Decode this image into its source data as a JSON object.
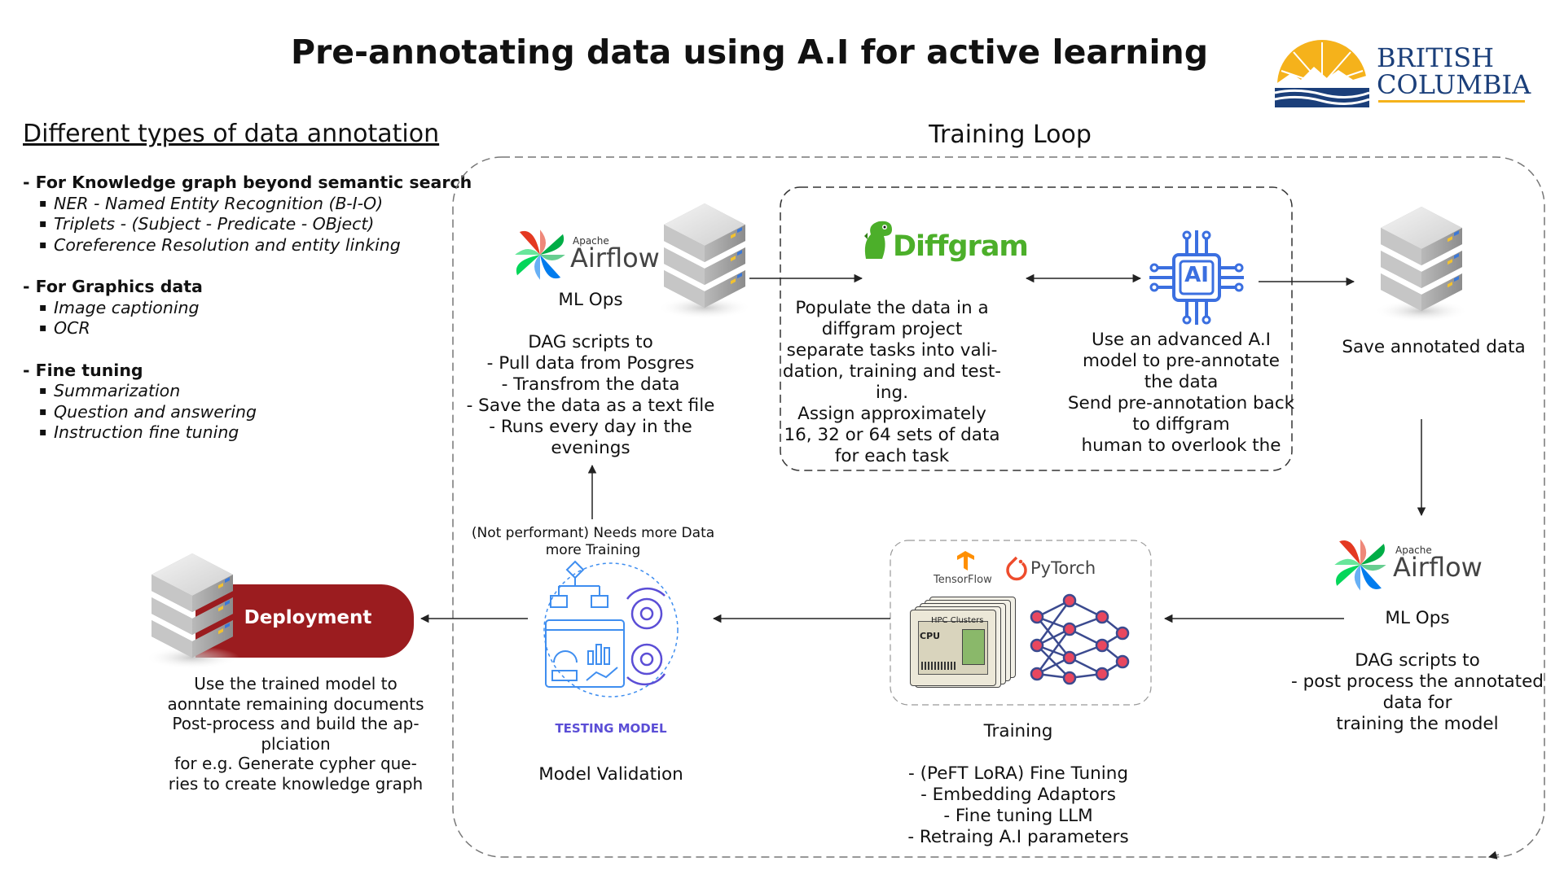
{
  "title": "Pre-annotating data using A.I for active learning",
  "logo": {
    "line1": "BRITISH",
    "line2": "COLUMBIA"
  },
  "annotation_types": {
    "heading": "Different types of data annotation",
    "groups": [
      {
        "label": "-  For Knowledge graph beyond semantic search",
        "items": [
          "NER - Named Entity Recognition (B-I-O)",
          "Triplets - (Subject - Predicate - OBject)",
          "Coreference Resolution and entity linking"
        ]
      },
      {
        "label": "-  For Graphics data",
        "items": [
          "Image captioning",
          "OCR"
        ]
      },
      {
        "label": "-  Fine tuning",
        "items": [
          "Summarization",
          "Question and answering",
          "Instruction fine tuning"
        ]
      }
    ]
  },
  "training_loop": {
    "label": "Training Loop"
  },
  "airflow_top": {
    "apache": "Apache",
    "airflow": "Airflow",
    "label": "ML Ops",
    "desc": [
      "DAG scripts to",
      "- Pull data from Posgres",
      "- Transfrom the data",
      "- Save the data as a text file",
      "- Runs every day in the evenings"
    ]
  },
  "diffgram": {
    "logo": "Diffgram",
    "desc": [
      "Populate the data in a",
      "diffgram project",
      "separate tasks into vali-",
      "dation, training and test-",
      "ing.",
      "Assign approximately",
      "16, 32 or 64 sets of data",
      "for each task"
    ]
  },
  "ai_model": {
    "chip": "AI",
    "desc": [
      "Use an advanced A.I",
      "model to pre-annotate",
      "the data",
      "Send pre-annotation back",
      "to diffgram",
      "human to overlook the"
    ]
  },
  "save": {
    "label": "Save annotated data"
  },
  "airflow_right": {
    "apache": "Apache",
    "airflow": "Airflow",
    "label": "ML Ops",
    "desc": [
      "DAG scripts to",
      "- post process the annotated",
      "data for",
      "training the model"
    ]
  },
  "training": {
    "tensorflow": "TensorFlow",
    "pytorch": "PyTorch",
    "hpc": "HPC Clusters",
    "cpu": "CPU",
    "label": "Training",
    "desc": [
      "- (PeFT LoRA) Fine Tuning",
      "- Embedding Adaptors",
      "- Fine tuning LLM",
      "- Retraing A.I parameters"
    ]
  },
  "validation": {
    "note": [
      "(Not performant) Needs more Data",
      "more Training"
    ],
    "badge": "TESTING MODEL",
    "label": "Model Validation"
  },
  "deployment": {
    "label": "Deployment",
    "desc": [
      "Use the trained model to",
      "aonntate remaining documents",
      "Post-process and build the ap-",
      "plciation",
      "for e.g. Generate cypher que-",
      "ries to create knowledge graph"
    ]
  },
  "colors": {
    "deployment": "#9b1c1f",
    "testing": "#5b4ed6",
    "diffgram": "#4caf2a",
    "ai_chip": "#3b6fe0",
    "pytorch": "#ee4c2c",
    "tensorflow": "#ff8f00",
    "bc_blue": "#1b3f7a",
    "bc_gold": "#f5b21b"
  }
}
